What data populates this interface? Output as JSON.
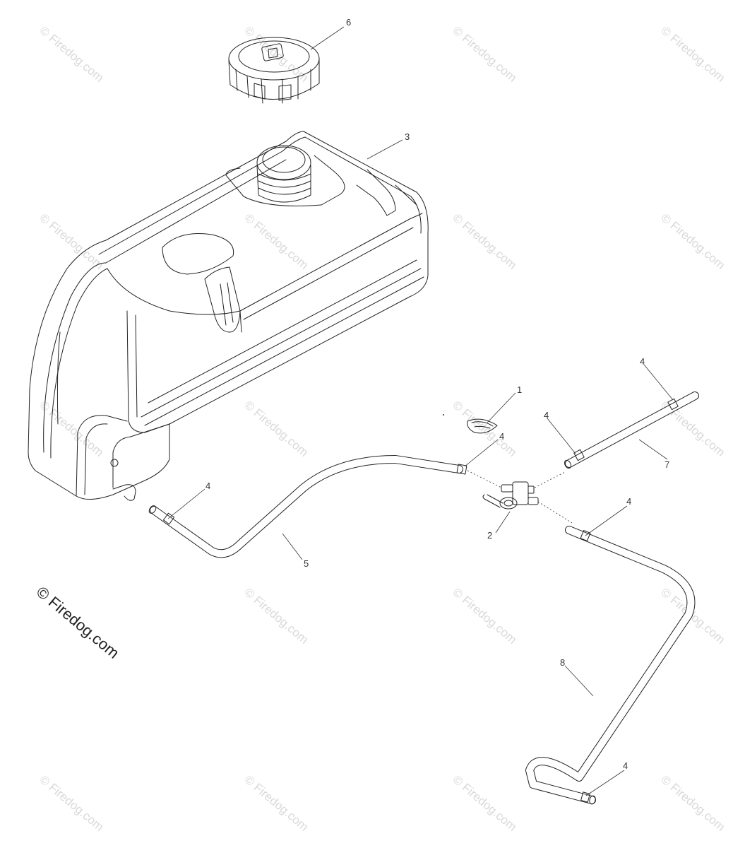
{
  "watermark": {
    "text": "© Firedog.com",
    "main_text": "© Firedog.com"
  },
  "callouts": {
    "c1": "1",
    "c2": "2",
    "c3": "3",
    "c4a": "4",
    "c4b": "4",
    "c4c": "4",
    "c4d": "4",
    "c4e": "4",
    "c4f": "4",
    "c5": "5",
    "c6": "6",
    "c7": "7",
    "c8": "8"
  }
}
